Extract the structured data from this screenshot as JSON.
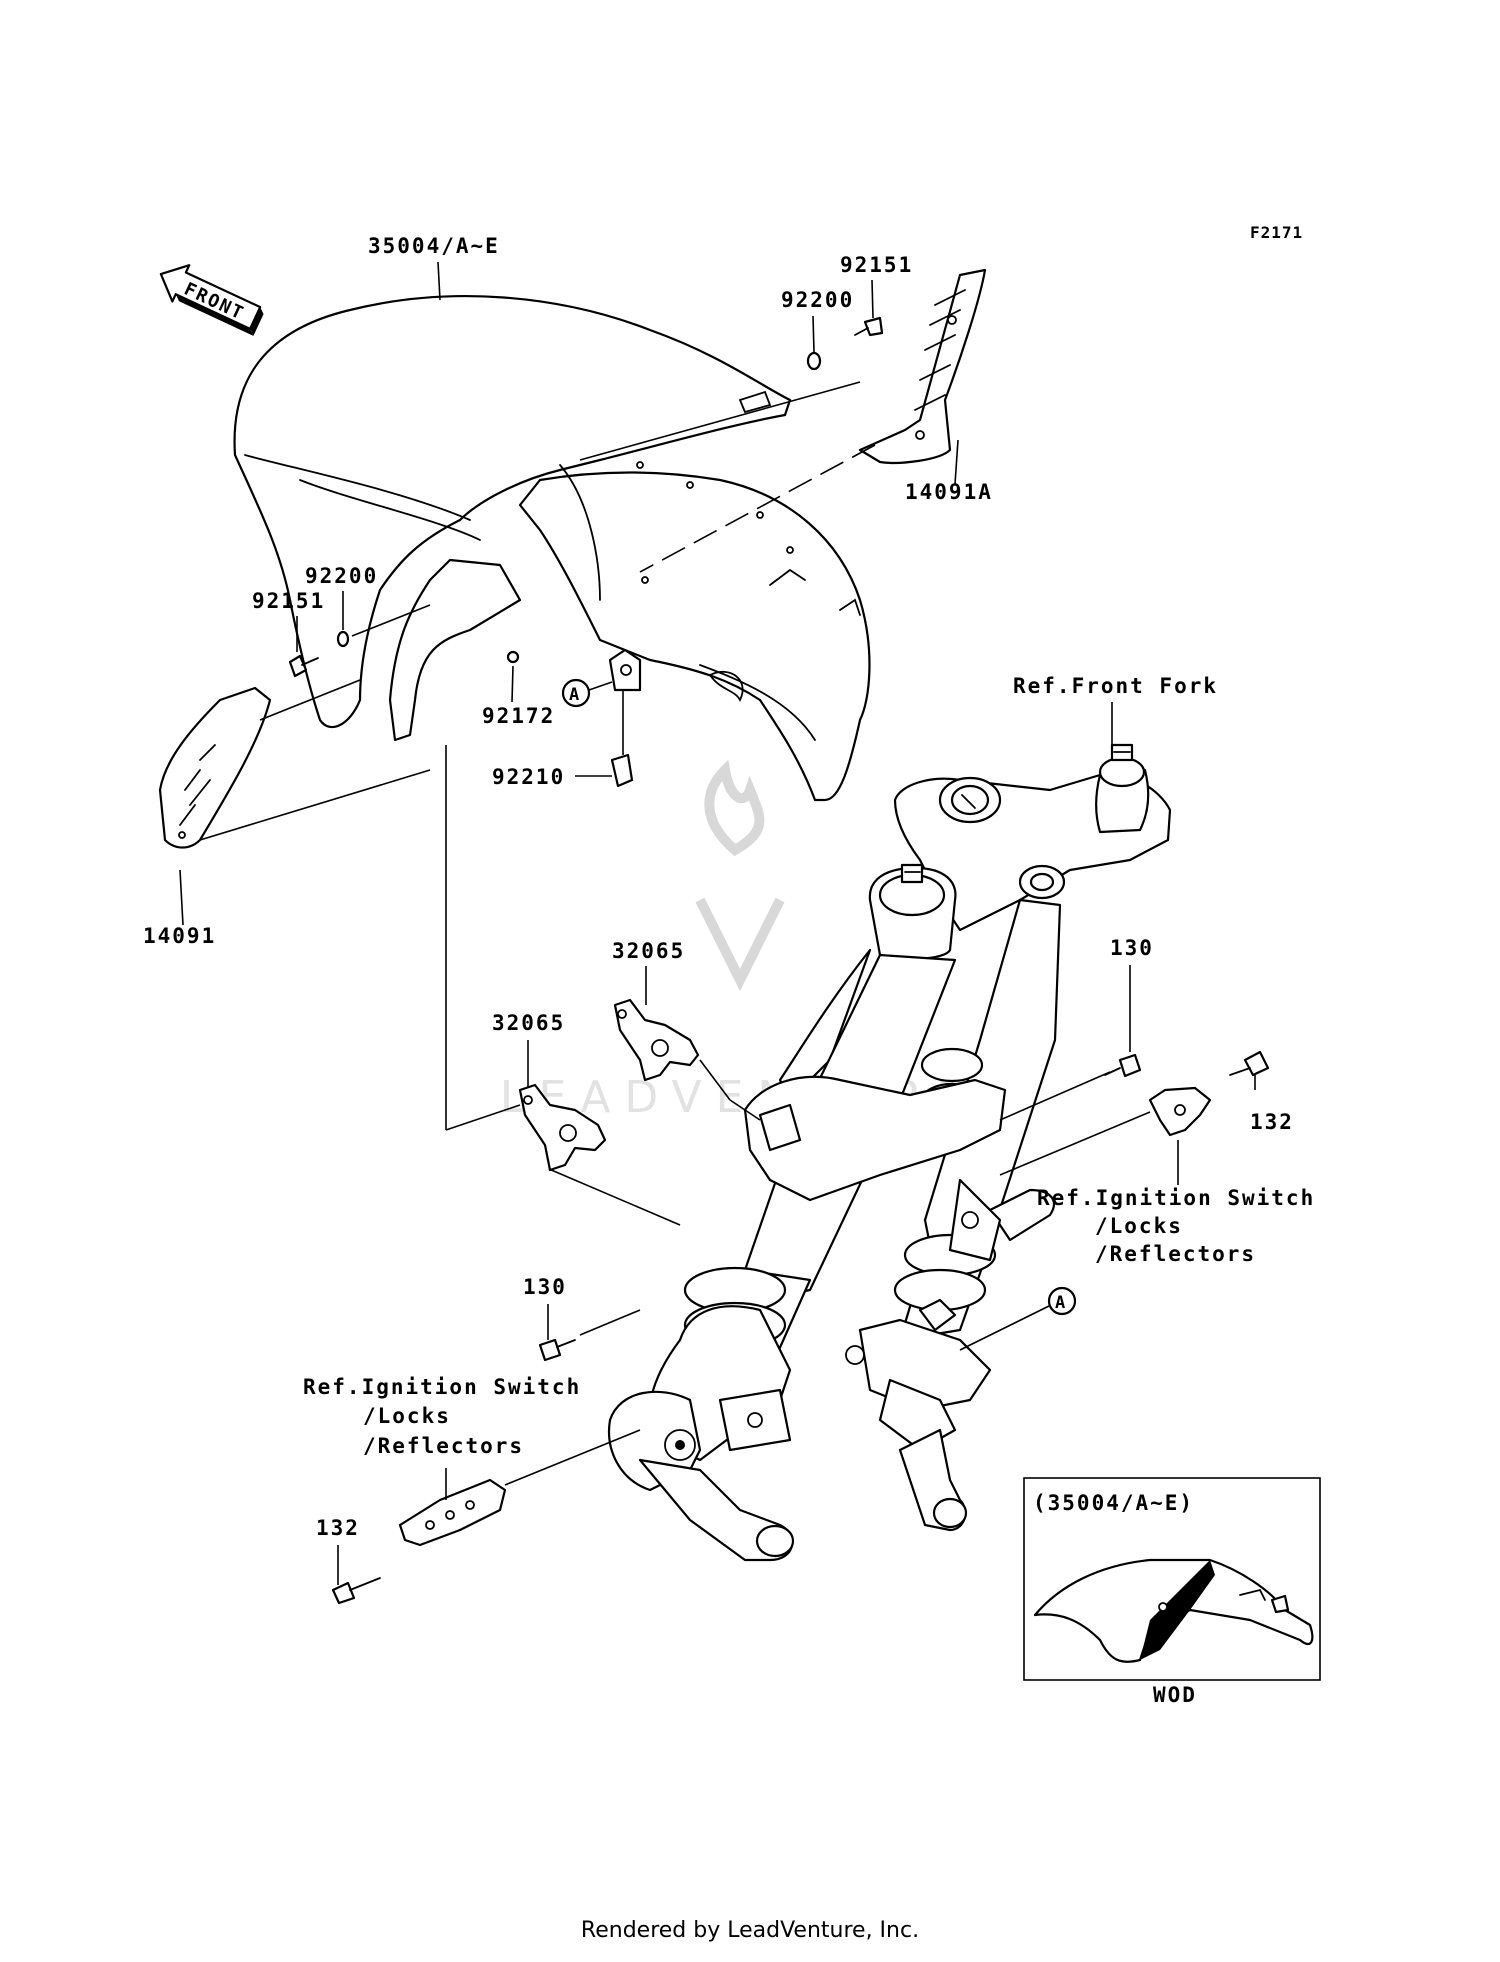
{
  "figure_code": "F2171",
  "front_arrow": "FRONT",
  "callouts": {
    "fender_main": "35004/A~E",
    "bolt_92151_top": "92151",
    "washer_92200_top": "92200",
    "cover_right": "14091A",
    "washer_92200_left": "92200",
    "bolt_92151_left": "92151",
    "screw_92172": "92172",
    "nut_92210": "92210",
    "cover_left": "14091",
    "bracket_32065_upper": "32065",
    "bracket_32065_lower": "32065",
    "bolt_130_right": "130",
    "bolt_132_right": "132",
    "bolt_130_left": "130",
    "bolt_132_left": "132"
  },
  "references": {
    "front_fork": "Ref.Front Fork",
    "ignition_right": [
      "Ref.Ignition Switch",
      "/Locks",
      "/Reflectors"
    ],
    "ignition_left": [
      "Ref.Ignition Switch",
      "/Locks",
      "/Reflectors"
    ]
  },
  "markers": {
    "a_upper": "A",
    "a_lower": "A"
  },
  "inset": {
    "title": "(35004/A~E)",
    "caption": "WOD"
  },
  "watermark": "LEADVENTURE",
  "footer": "Rendered by LeadVenture, Inc."
}
